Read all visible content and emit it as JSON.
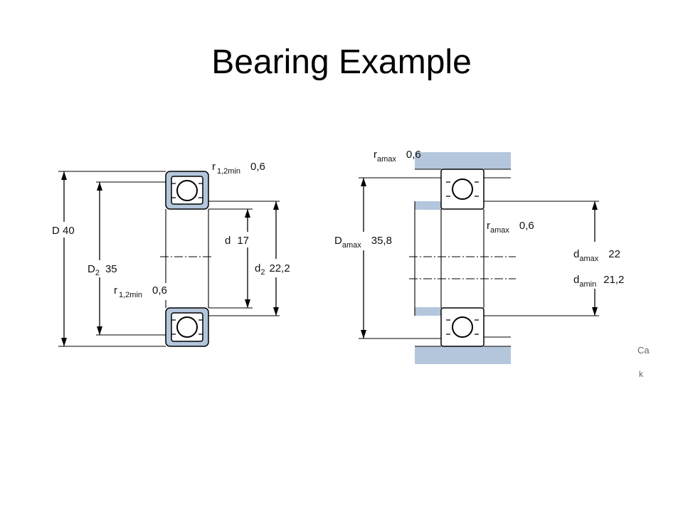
{
  "title": "Bearing Example",
  "left": {
    "D": {
      "sym": "D",
      "val": "40"
    },
    "D2": {
      "sym": "D",
      "sub": "2",
      "val": "35"
    },
    "r_top": {
      "sym": "r",
      "sub": "1,2min",
      "val": "0,6"
    },
    "r_mid": {
      "sym": "r",
      "sub": "1,2min",
      "val": "0,6"
    },
    "d": {
      "sym": "d",
      "val": "17"
    },
    "d2": {
      "sym": "d",
      "sub": "2",
      "val": "22,2"
    }
  },
  "right": {
    "ramax_top": {
      "sym": "r",
      "sub": "amax",
      "val": "0,6"
    },
    "ramax_mid": {
      "sym": "r",
      "sub": "amax",
      "val": "0,6"
    },
    "Damax": {
      "sym": "D",
      "sub": "amax",
      "val": "35,8"
    },
    "damax": {
      "sym": "d",
      "sub": "amax",
      "val": "22"
    },
    "damin": {
      "sym": "d",
      "sub": "amin",
      "val": "21,2"
    },
    "cut1": "Ca",
    "cut2": "k"
  },
  "colors": {
    "ring": "#b3c6dc",
    "housing": "#b3c6dc"
  }
}
